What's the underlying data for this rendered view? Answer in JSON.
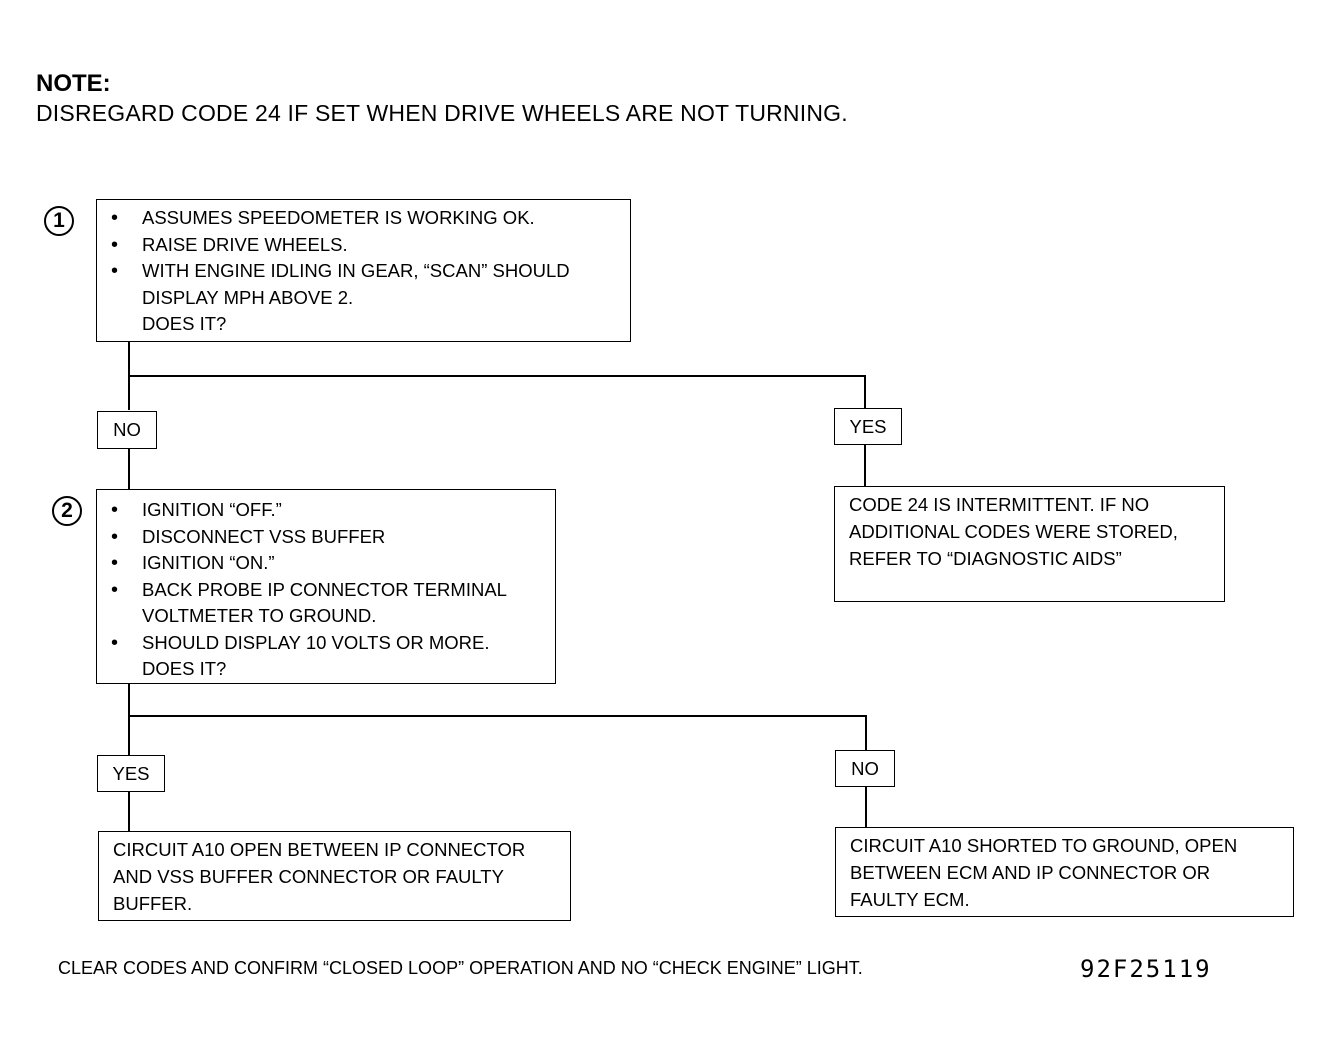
{
  "note": {
    "title": "NOTE:",
    "text": "DISREGARD CODE 24 IF SET WHEN DRIVE WHEELS ARE NOT TURNING."
  },
  "step1": {
    "number": "1",
    "bullets": [
      "ASSUMES SPEEDOMETER IS WORKING OK.",
      "RAISE DRIVE WHEELS.",
      "WITH ENGINE IDLING IN GEAR, “SCAN” SHOULD"
    ],
    "continuation": "DISPLAY MPH ABOVE 2.",
    "question": "DOES IT?"
  },
  "step1_branches": {
    "no_label": "NO",
    "yes_label": "YES",
    "yes_result": "CODE 24 IS INTERMITTENT. IF NO ADDITIONAL CODES WERE STORED, REFER TO “DIAGNOSTIC AIDS”"
  },
  "step2": {
    "number": "2",
    "bullets": [
      "IGNITION “OFF.”",
      "DISCONNECT VSS BUFFER",
      "IGNITION “ON.”",
      "BACK PROBE IP CONNECTOR TERMINAL",
      "SHOULD DISPLAY 10 VOLTS OR MORE."
    ],
    "continuation": "VOLTMETER TO GROUND.",
    "question": "DOES IT?"
  },
  "step2_branches": {
    "yes_label": "YES",
    "no_label": "NO",
    "yes_result": "CIRCUIT A10 OPEN BETWEEN IP CONNECTOR AND VSS BUFFER CONNECTOR OR FAULTY BUFFER.",
    "no_result": "CIRCUIT A10 SHORTED TO GROUND, OPEN BETWEEN ECM AND IP CONNECTOR OR FAULTY ECM."
  },
  "footer": {
    "instruction": "CLEAR CODES AND CONFIRM “CLOSED LOOP” OPERATION AND NO “CHECK ENGINE” LIGHT.",
    "figure_code": "92F25119"
  }
}
